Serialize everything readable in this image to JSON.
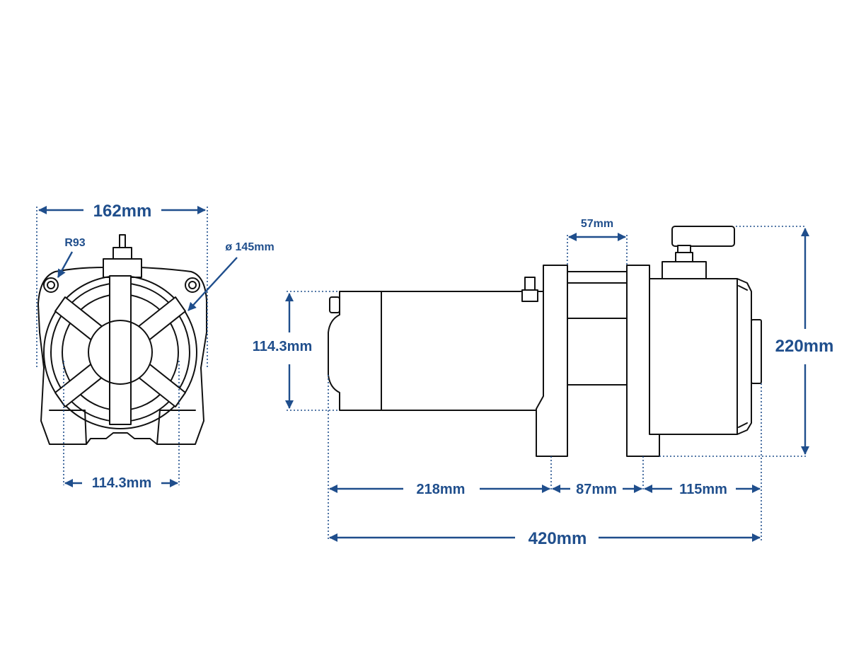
{
  "accent_color": "#1f4e8c",
  "line_color": "#111111",
  "front_view": {
    "overall_width": "162mm",
    "mount_radius": "R93",
    "drum_diameter": "ø 145mm",
    "bolt_spacing": "114.3mm"
  },
  "side_view": {
    "tie_bar_width": "57mm",
    "mount_height": "114.3mm",
    "overall_height": "220mm",
    "motor_length": "218mm",
    "drum_length": "87mm",
    "gearbox_length": "115mm",
    "overall_length": "420mm"
  }
}
